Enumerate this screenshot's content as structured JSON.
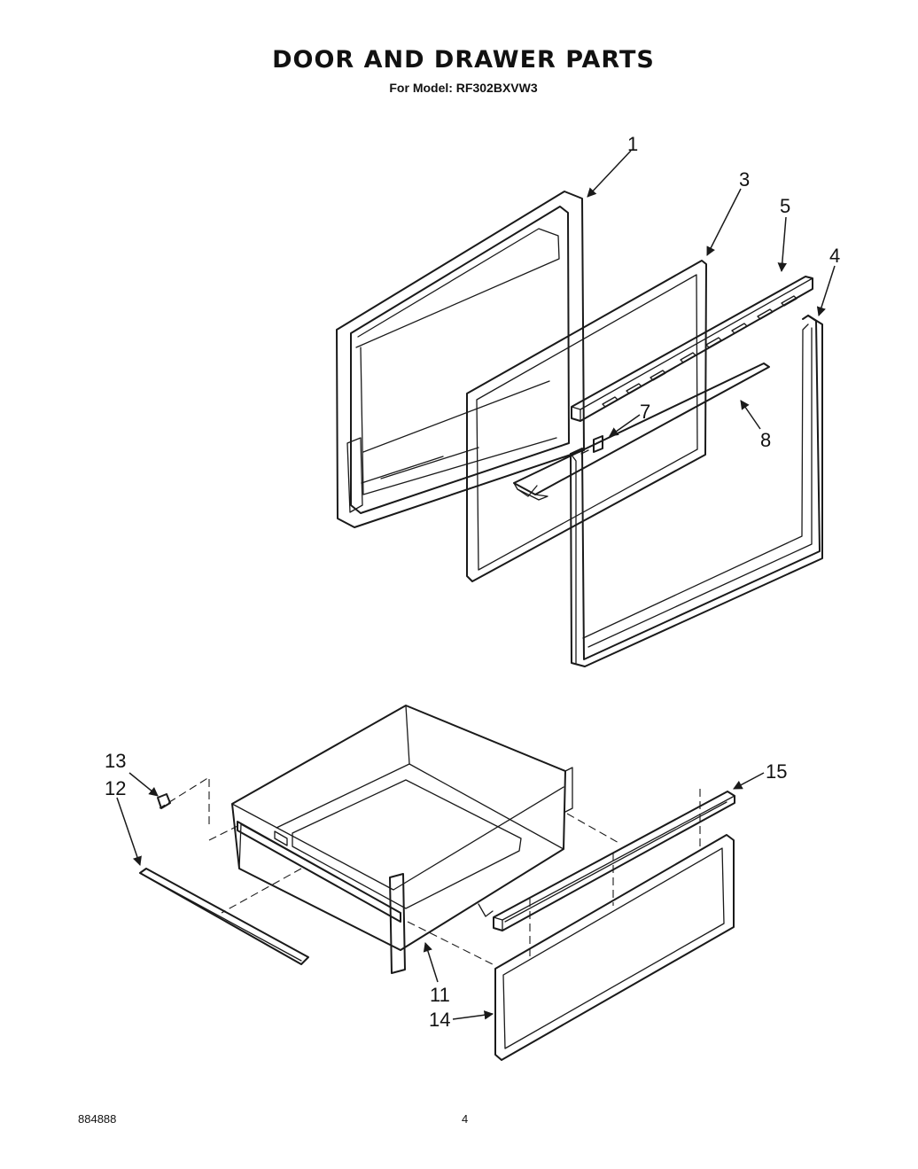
{
  "header": {
    "title": "DOOR AND DRAWER PARTS",
    "subtitle": "For Model: RF302BXVW3"
  },
  "callouts": {
    "door_frame": "1",
    "glass_panel": "3",
    "door_liner": "4",
    "handle_trim": "5",
    "handle_bracket": "7",
    "door_handle": "8",
    "drawer_body": "11",
    "drawer_rail": "12",
    "rail_clip": "13",
    "drawer_front_panel": "14",
    "drawer_handle": "15"
  },
  "footer": {
    "doc_number": "884888",
    "page_number": "4"
  }
}
